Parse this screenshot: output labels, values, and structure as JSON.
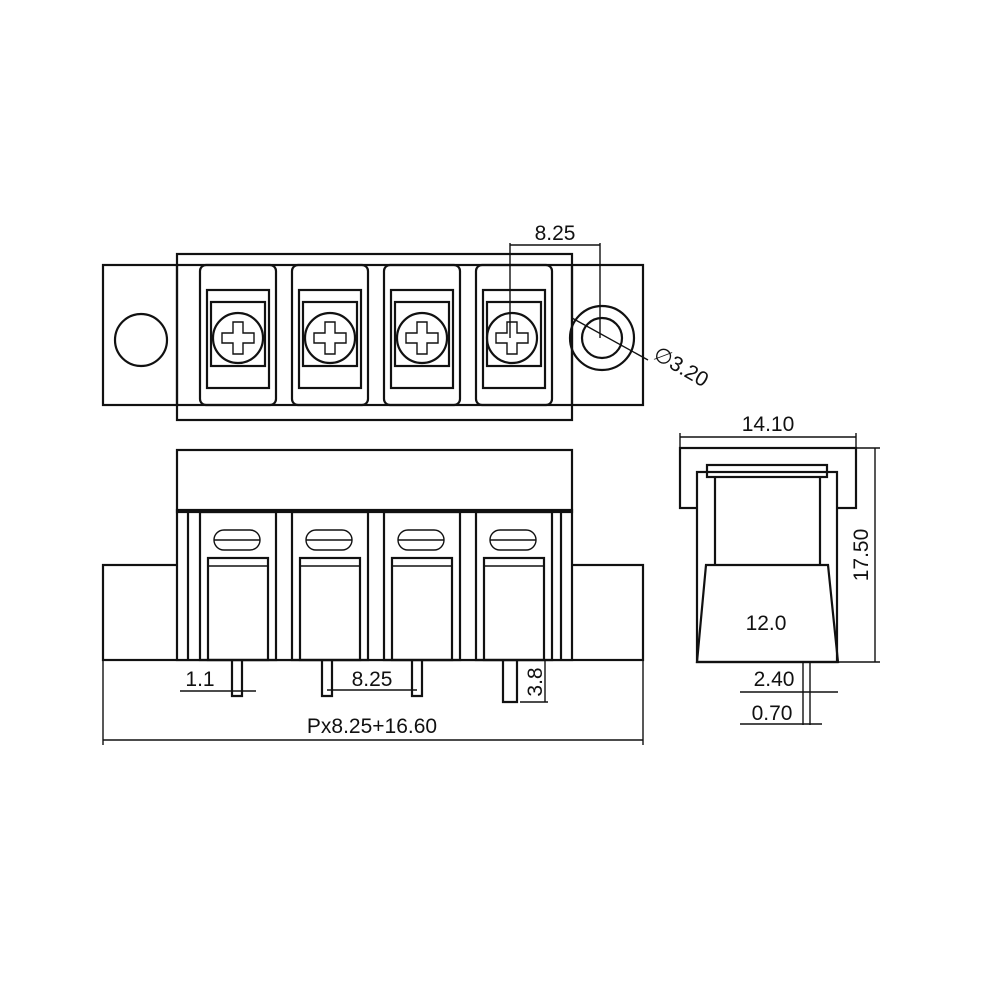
{
  "dimensions": {
    "pitch_top": "8.25",
    "hole_diameter": "∅3.20",
    "pin_width": "1.1",
    "pitch_bottom": "8.25",
    "pin_length": "3.8",
    "overall_length": "Px8.25+16.60",
    "side_width": "14.10",
    "side_height": "17.50",
    "side_base": "12.0",
    "pin_offset": "2.40",
    "pin_thickness": "0.70"
  },
  "colors": {
    "line": "#111111",
    "background": "#ffffff"
  }
}
